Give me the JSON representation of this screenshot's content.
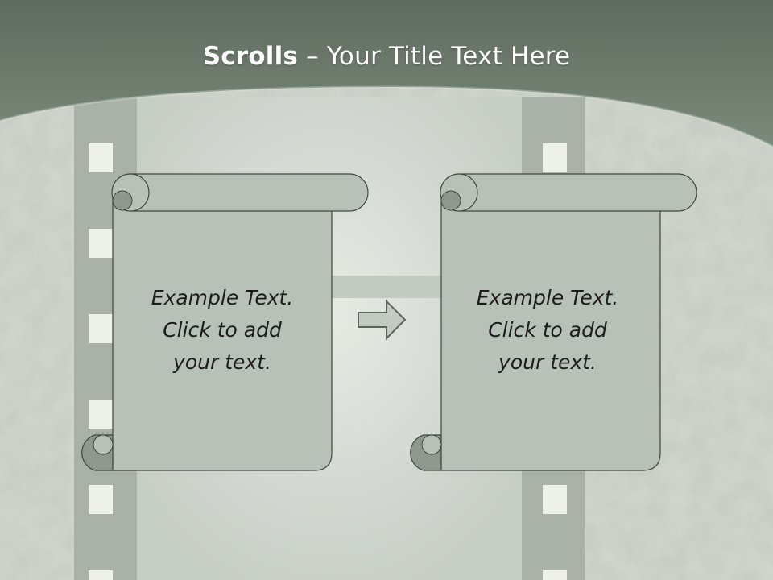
{
  "slide": {
    "title_bold": "Scrolls",
    "title_separator": " – ",
    "title_rest": "Your Title Text Here"
  },
  "scrolls": [
    {
      "text": "Example  Text.\nClick  to add\nyour text."
    },
    {
      "text": "Example  Text.\nClick  to add\nyour text."
    }
  ],
  "connector_icon": "right-arrow-outline-icon",
  "colors": {
    "header": "#6f7f6f",
    "scroll_fill": "#b8c1b7",
    "scroll_shadow": "#8f988e",
    "background": "#c9cfc7"
  }
}
